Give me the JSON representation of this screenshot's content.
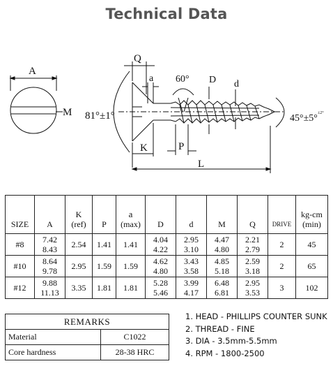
{
  "title": "Technical Data",
  "drawing": {
    "labels": {
      "A": "A",
      "M": "M",
      "Q": "Q",
      "a": "a",
      "angle60": "60°",
      "D": "D",
      "d": "d",
      "angle81": "81°±1°",
      "angle45": "45°±5°",
      "angle45_sup": "±2°",
      "K": "K",
      "P": "P",
      "L": "L"
    }
  },
  "spec_table": {
    "headers": [
      {
        "line1": "SIZE",
        "line2": ""
      },
      {
        "line1": "A",
        "line2": ""
      },
      {
        "line1": "K",
        "line2": "(ref)"
      },
      {
        "line1": "P",
        "line2": ""
      },
      {
        "line1": "a",
        "line2": "(max)"
      },
      {
        "line1": "D",
        "line2": ""
      },
      {
        "line1": "d",
        "line2": ""
      },
      {
        "line1": "M",
        "line2": ""
      },
      {
        "line1": "Q",
        "line2": ""
      },
      {
        "line1": "DRIVE",
        "line2": ""
      },
      {
        "line1": "kg-cm",
        "line2": "(min)"
      }
    ],
    "rows": [
      {
        "size": "#8",
        "A": [
          "7.42",
          "8.43"
        ],
        "K": "2.54",
        "P": "1.41",
        "a": "1.41",
        "D": [
          "4.04",
          "4.22"
        ],
        "d": [
          "2.95",
          "3.10"
        ],
        "M": [
          "4.47",
          "4.80"
        ],
        "Q": [
          "2.21",
          "2.79"
        ],
        "drive": "2",
        "kgcm": "45"
      },
      {
        "size": "#10",
        "A": [
          "8.64",
          "9.78"
        ],
        "K": "2.95",
        "P": "1.59",
        "a": "1.59",
        "D": [
          "4.62",
          "4.80"
        ],
        "d": [
          "3.43",
          "3.58"
        ],
        "M": [
          "4.85",
          "5.18"
        ],
        "Q": [
          "2.59",
          "3.18"
        ],
        "drive": "2",
        "kgcm": "65"
      },
      {
        "size": "#12",
        "A": [
          "9.88",
          "11.13"
        ],
        "K": "3.35",
        "P": "1.81",
        "a": "1.81",
        "D": [
          "5.28",
          "5.46"
        ],
        "d": [
          "3.99",
          "4.17"
        ],
        "M": [
          "6.48",
          "6.81"
        ],
        "Q": [
          "2.95",
          "3.53"
        ],
        "drive": "3",
        "kgcm": "102"
      }
    ]
  },
  "remarks": {
    "header": "REMARKS",
    "rows": [
      {
        "label": "Material",
        "value": "C1022"
      },
      {
        "label": "Core hardness",
        "value": "28-38  HRC"
      }
    ]
  },
  "notes": [
    "1. HEAD - PHILLIPS COUNTER SUNK",
    "2. THREAD - FINE",
    "3. DIA - 3.5mm-5.5mm",
    "4. RPM - 1800-2500"
  ]
}
